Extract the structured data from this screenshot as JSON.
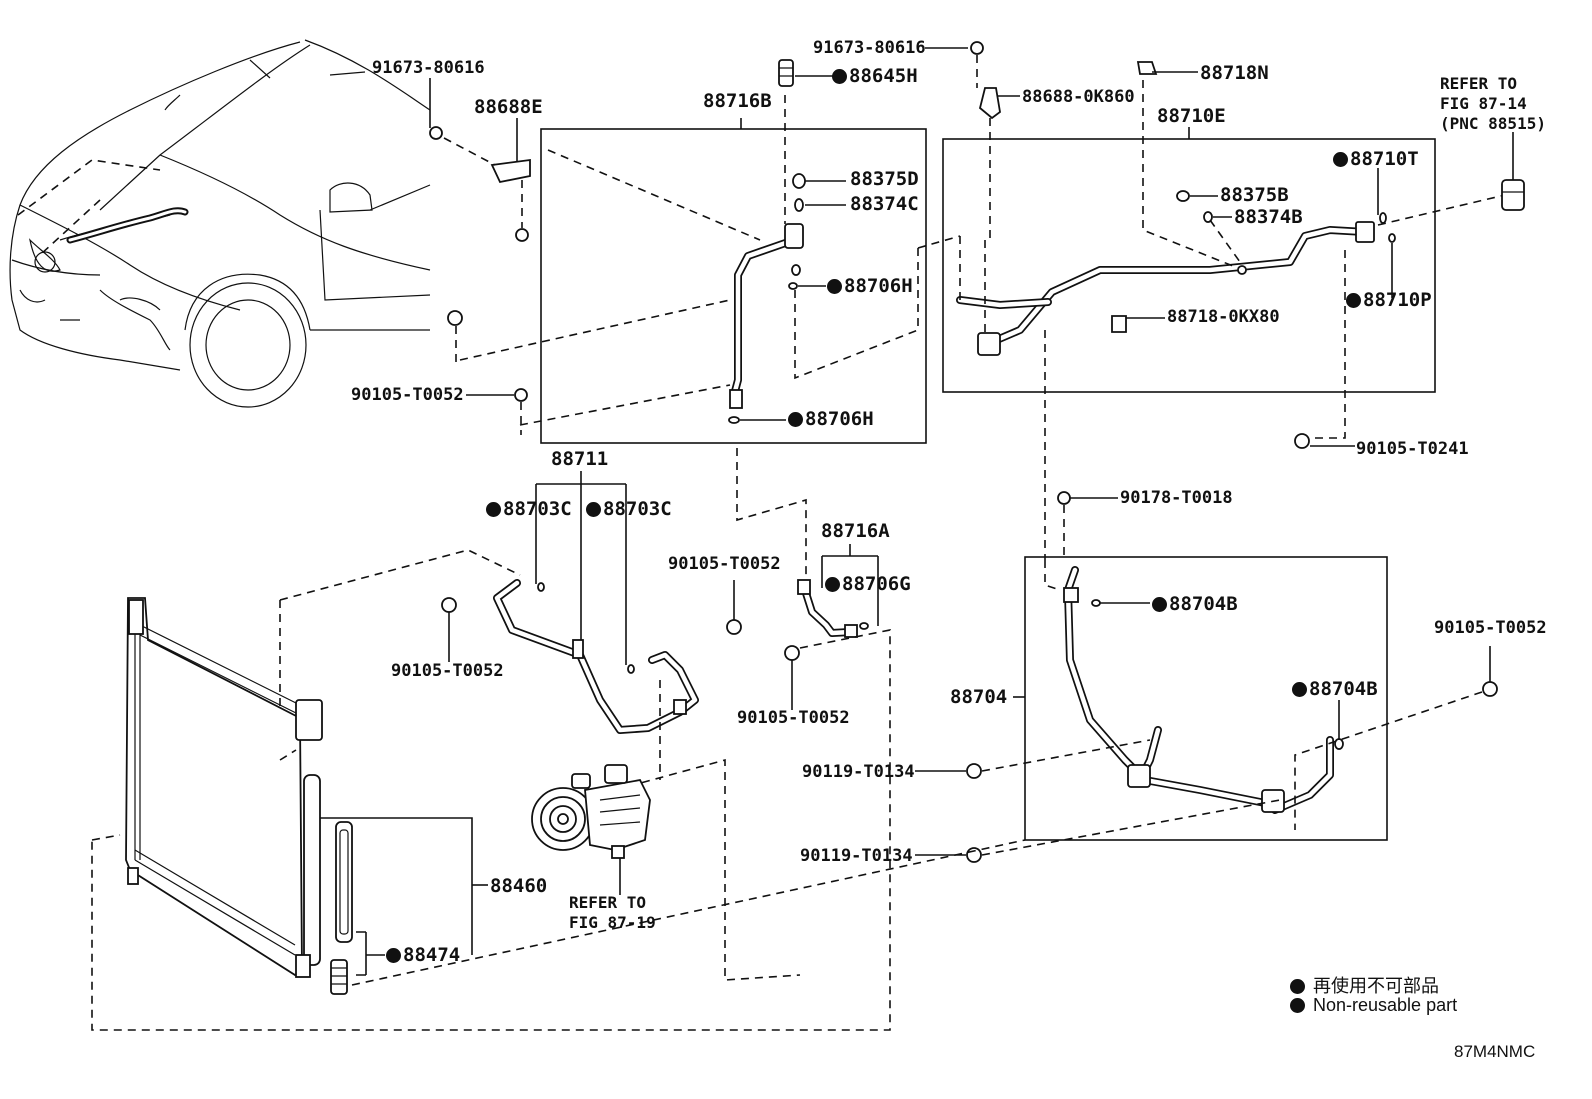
{
  "diagram_code": "87M4NMC",
  "labels": {
    "p91673_80616_a": "91673-80616",
    "p88688E": "88688E",
    "p88716B": "88716B",
    "p91673_80616_b": "91673-80616",
    "p88645H": "88645H",
    "p88718N": "88718N",
    "p88688_0K860": "88688-0K860",
    "p88710E": "88710E",
    "p88375D": "88375D",
    "p88374C": "88374C",
    "p88706H_a": "88706H",
    "p88706H_b": "88706H",
    "p88375B": "88375B",
    "p88374B": "88374B",
    "p88710T": "88710T",
    "p88710P": "88710P",
    "p88718_0KX80": "88718-0KX80",
    "p90105_T0052_a": "90105-T0052",
    "p90105_T0241": "90105-T0241",
    "p88711": "88711",
    "p88703C_a": "88703C",
    "p88703C_b": "88703C",
    "p90105_T0052_b": "90105-T0052",
    "p88716A": "88716A",
    "p88706G": "88706G",
    "p90178_T0018": "90178-T0018",
    "p88704B_a": "88704B",
    "p90105_T0052_c": "90105-T0052",
    "p90105_T0052_d": "90105-T0052",
    "p90105_T0052_e": "90105-T0052",
    "p88704B_b": "88704B",
    "p88704": "88704",
    "p90119_T0134_a": "90119-T0134",
    "p90119_T0134_b": "90119-T0134",
    "p88460": "88460",
    "p88474": "88474"
  },
  "references": {
    "fig_87_14": "REFER TO\nFIG 87-14\n(PNC 88515)",
    "fig_87_19": "REFER TO\nFIG 87-19"
  },
  "legend": {
    "line1": "再使用不可部品",
    "line2": "Non-reusable part"
  }
}
